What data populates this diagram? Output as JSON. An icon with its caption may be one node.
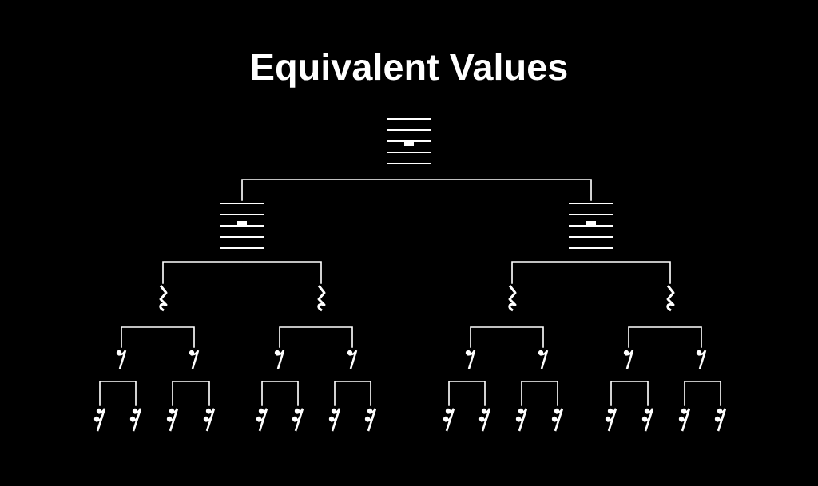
{
  "diagram": {
    "title": "Equivalent Values",
    "nodes": [
      {
        "text": [],
        "shape": "picture"
      },
      {
        "text": [],
        "shape": "picture"
      },
      {
        "text": [],
        "shape": "picture"
      },
      {
        "text": [],
        "shape": "picture"
      },
      {
        "text": [],
        "shape": "picture"
      },
      {
        "text": [],
        "shape": "picture"
      },
      {
        "text": [],
        "shape": "picture"
      },
      {
        "text": [],
        "shape": "picture"
      },
      {
        "text": [],
        "shape": "picture"
      },
      {
        "text": [],
        "shape": "picture"
      },
      {
        "text": [],
        "shape": "picture"
      },
      {
        "text": [],
        "shape": "picture"
      },
      {
        "text": [],
        "shape": "picture"
      },
      {
        "text": [],
        "shape": "picture"
      },
      {
        "text": [],
        "shape": "picture"
      },
      {
        "text": [],
        "shape": "picture"
      },
      {
        "text": [],
        "shape": "picture"
      },
      {
        "text": [],
        "shape": "picture"
      },
      {
        "text": [],
        "shape": "picture"
      },
      {
        "text": [],
        "shape": "picture"
      },
      {
        "text": [],
        "shape": "picture"
      },
      {
        "text": [],
        "shape": "picture"
      },
      {
        "text": [],
        "shape": "picture"
      },
      {
        "text": [],
        "shape": "picture"
      },
      {
        "text": [],
        "shape": "picture"
      },
      {
        "text": [],
        "shape": "picture"
      },
      {
        "text": [],
        "shape": "picture"
      },
      {
        "text": [],
        "shape": "picture"
      },
      {
        "text": [],
        "shape": "picture"
      },
      {
        "text": [],
        "shape": "picture"
      },
      {
        "text": [],
        "shape": "picture"
      }
    ],
    "edges": [
      {
        "from": 0,
        "to": 1,
        "arrow": "none"
      },
      {
        "from": 0,
        "to": 2,
        "arrow": "none"
      },
      {
        "from": 1,
        "to": 3,
        "arrow": "none"
      },
      {
        "from": 1,
        "to": 4,
        "arrow": "none"
      },
      {
        "from": 2,
        "to": 5,
        "arrow": "none"
      },
      {
        "from": 2,
        "to": 6,
        "arrow": "none"
      },
      {
        "from": 3,
        "to": 7,
        "arrow": "none"
      },
      {
        "from": 3,
        "to": 8,
        "arrow": "none"
      },
      {
        "from": 4,
        "to": 9,
        "arrow": "none"
      },
      {
        "from": 4,
        "to": 10,
        "arrow": "none"
      },
      {
        "from": 5,
        "to": 11,
        "arrow": "none"
      },
      {
        "from": 5,
        "to": 12,
        "arrow": "none"
      },
      {
        "from": 6,
        "to": 13,
        "arrow": "none"
      },
      {
        "from": 6,
        "to": 14,
        "arrow": "none"
      },
      {
        "from": 7,
        "to": 15,
        "arrow": "none"
      },
      {
        "from": 7,
        "to": 16,
        "arrow": "none"
      },
      {
        "from": 8,
        "to": 17,
        "arrow": "none"
      },
      {
        "from": 8,
        "to": 18,
        "arrow": "none"
      },
      {
        "from": 9,
        "to": 19,
        "arrow": "none"
      },
      {
        "from": 9,
        "to": 20,
        "arrow": "none"
      },
      {
        "from": 10,
        "to": 21,
        "arrow": "none"
      },
      {
        "from": 10,
        "to": 22,
        "arrow": "none"
      },
      {
        "from": 11,
        "to": 23,
        "arrow": "none"
      },
      {
        "from": 11,
        "to": 24,
        "arrow": "none"
      },
      {
        "from": 12,
        "to": 25,
        "arrow": "none"
      },
      {
        "from": 12,
        "to": 26,
        "arrow": "none"
      },
      {
        "from": 13,
        "to": 27,
        "arrow": "none"
      },
      {
        "from": 13,
        "to": 28,
        "arrow": "none"
      },
      {
        "from": 14,
        "to": 29,
        "arrow": "none"
      },
      {
        "from": 14,
        "to": 30,
        "arrow": "none"
      }
    ]
  }
}
